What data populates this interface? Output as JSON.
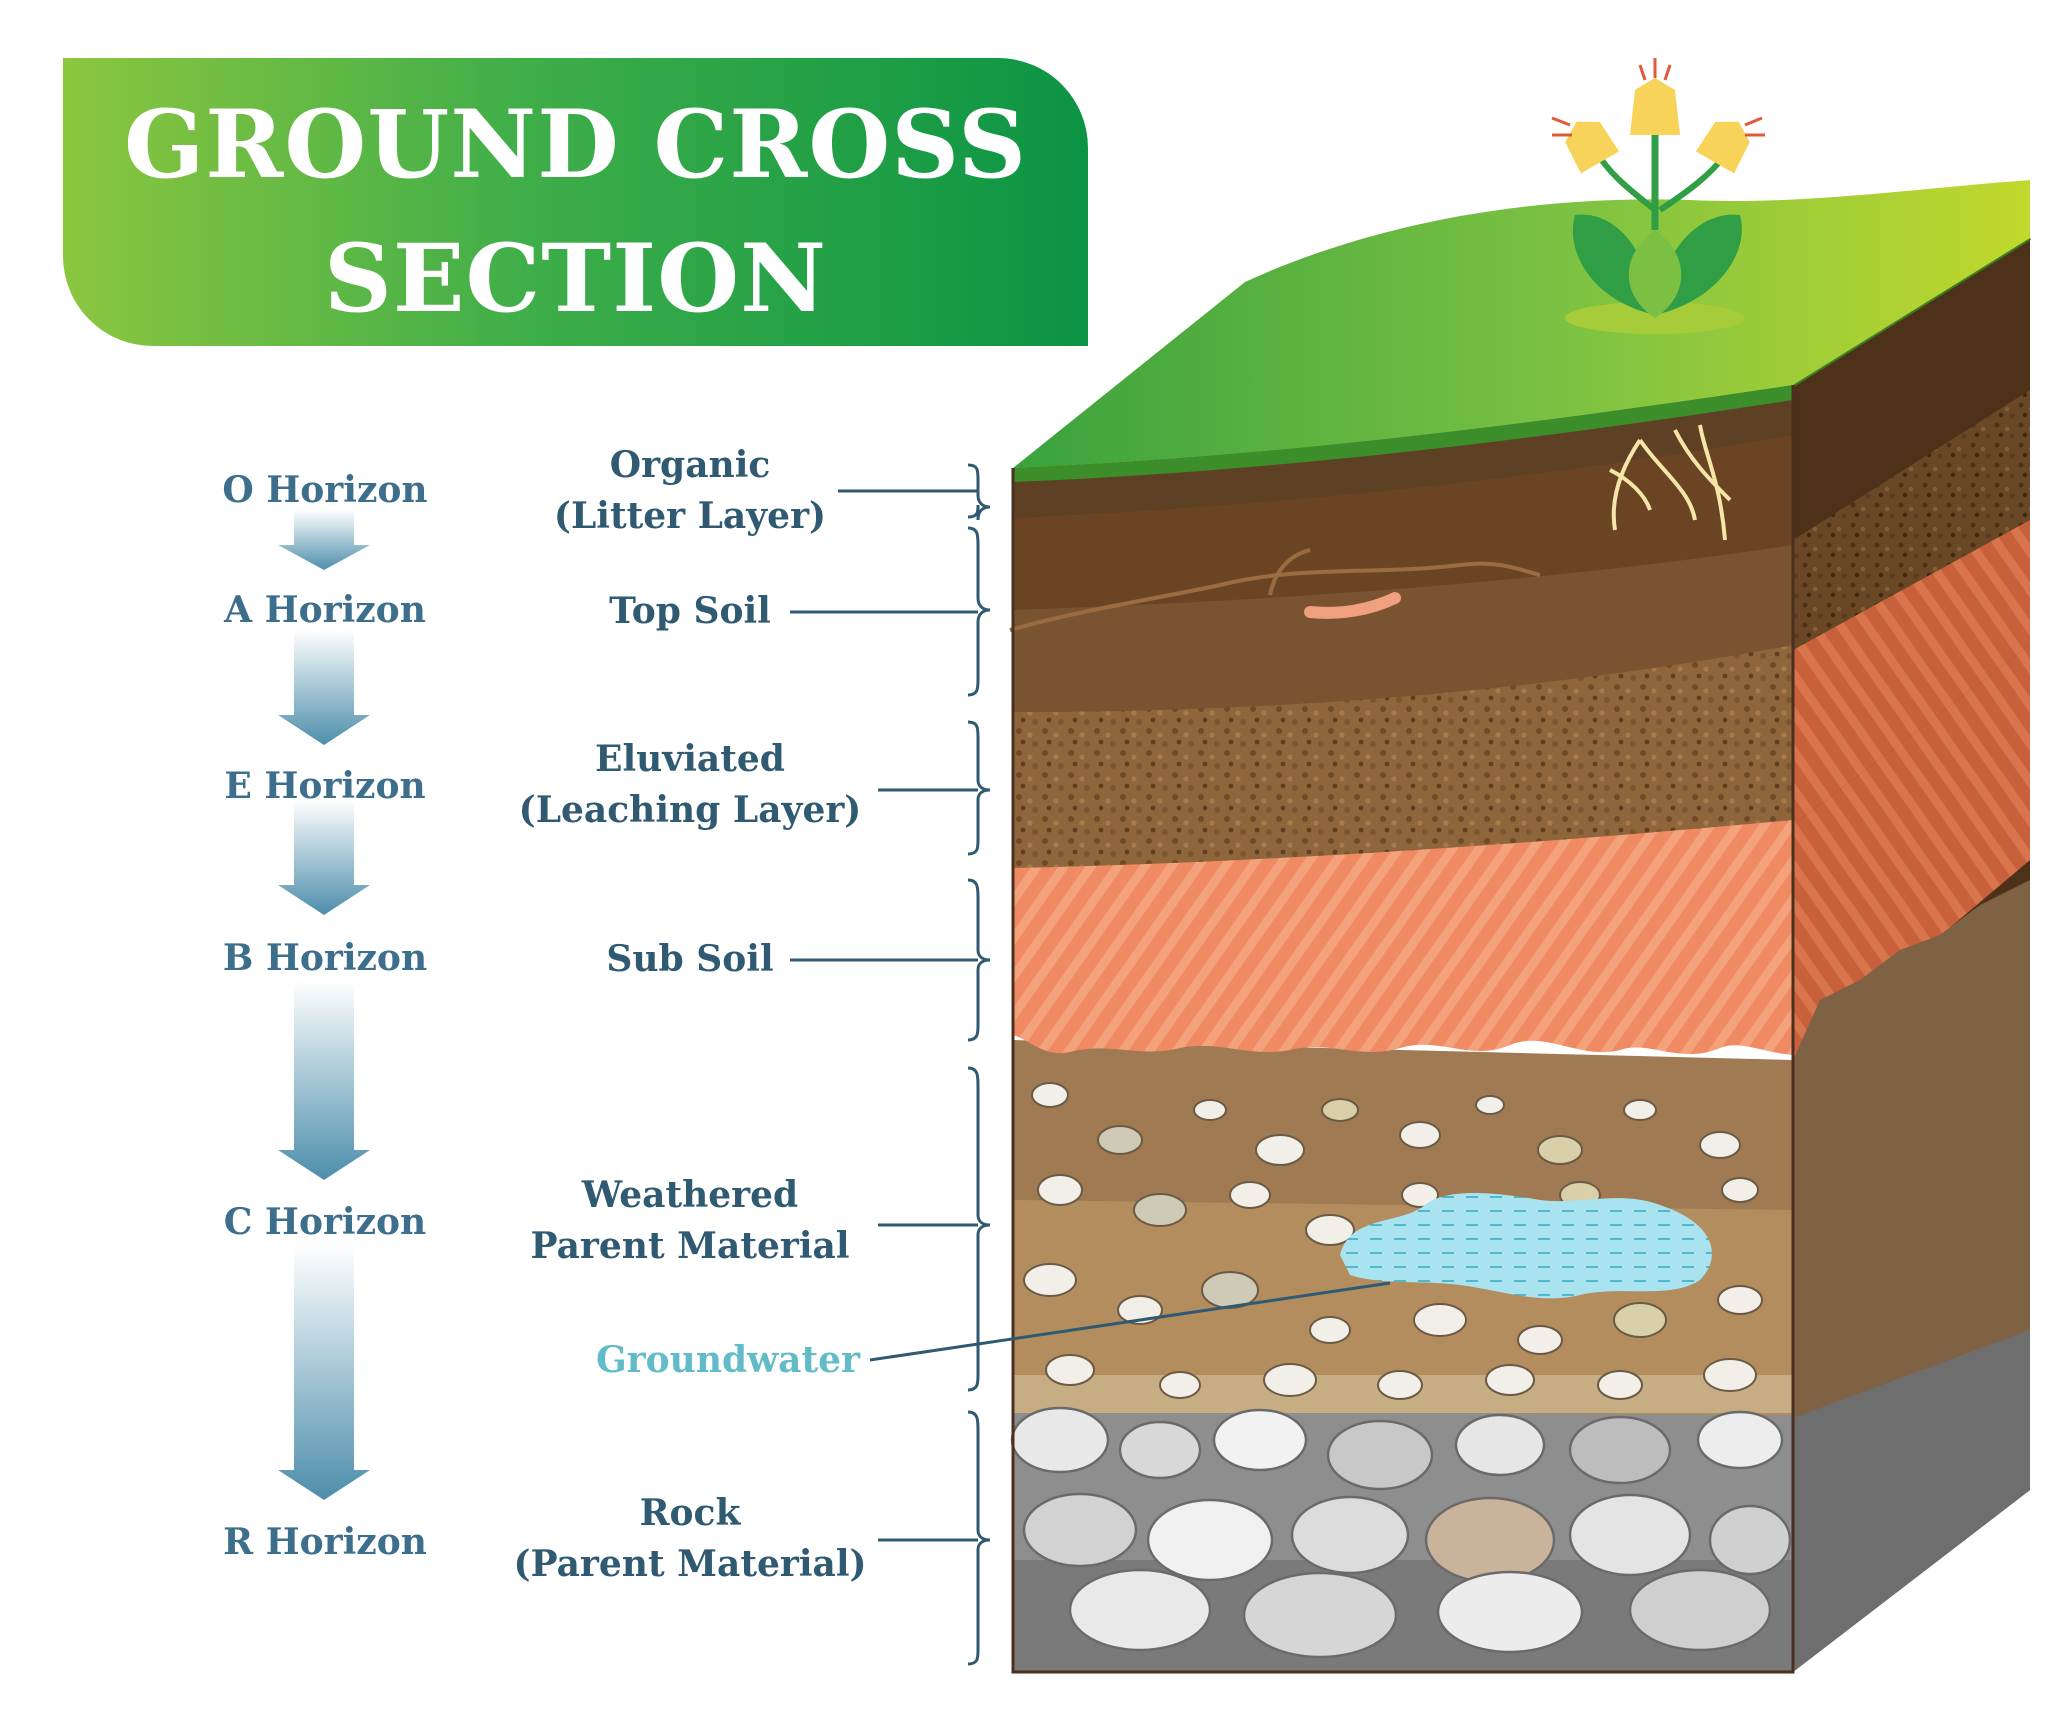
{
  "title": {
    "line1": "GROUND CROSS",
    "line2": "SECTION"
  },
  "horizons": [
    {
      "key": "o",
      "name": "O Horizon",
      "layer": [
        "Organic",
        "(Litter Layer)"
      ]
    },
    {
      "key": "a",
      "name": "A Horizon",
      "layer": [
        "Top Soil"
      ]
    },
    {
      "key": "e",
      "name": "E Horizon",
      "layer": [
        "Eluviated",
        "(Leaching Layer)"
      ]
    },
    {
      "key": "b",
      "name": "B Horizon",
      "layer": [
        "Sub Soil"
      ]
    },
    {
      "key": "c",
      "name": "C Horizon",
      "layer": [
        "Weathered",
        "Parent Material"
      ]
    },
    {
      "key": "r",
      "name": "R Horizon",
      "layer": [
        "Rock",
        "(Parent Material)"
      ]
    }
  ],
  "groundwater": "Groundwater",
  "colors": {
    "title_start": "#8cc63f",
    "title_end": "#0b9444",
    "horizon_text": "#3d6e8c",
    "layer_text": "#2f5a72",
    "groundwater_text": "#62bcc8",
    "grass": "#6dbb2f",
    "litter": "#4a3118",
    "topsoil": "#7a5230",
    "eluviated": "#8b6038",
    "subsoil": "#ef8a62",
    "weathered": "#a07a52",
    "rock": "#8d8d8d"
  }
}
